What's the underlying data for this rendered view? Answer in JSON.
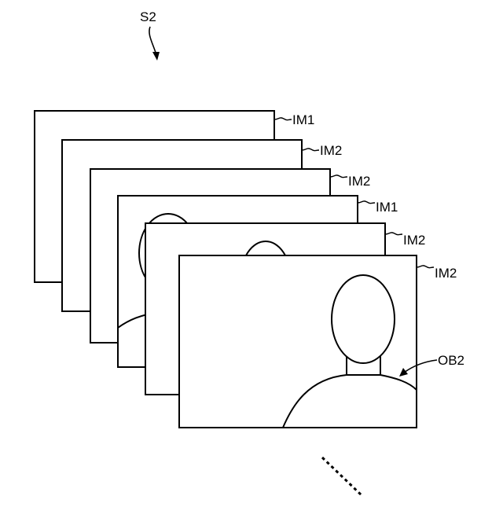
{
  "figure": {
    "step_label": "S2",
    "frames": [
      {
        "label": "IM1"
      },
      {
        "label": "IM2"
      },
      {
        "label": "IM2"
      },
      {
        "label": "IM1"
      },
      {
        "label": "IM2"
      },
      {
        "label": "IM2"
      }
    ],
    "object_label": "OB2"
  }
}
